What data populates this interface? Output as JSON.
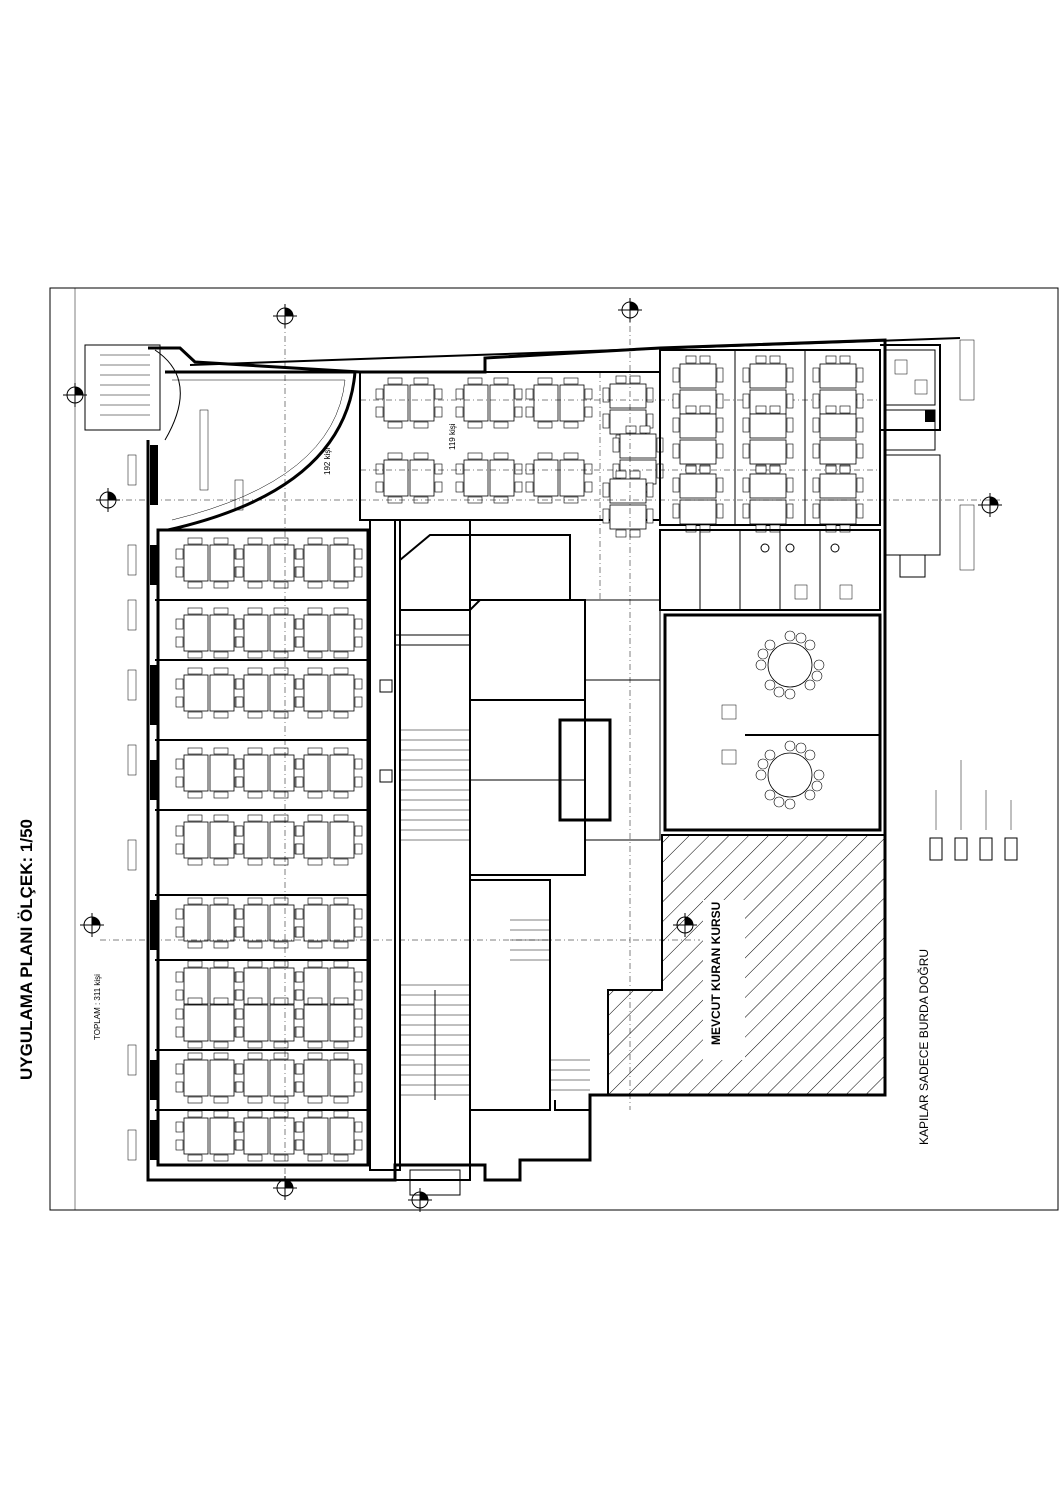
{
  "drawing": {
    "title": "UYGULAMA PLANI ÖLÇEK: 1/50",
    "note_doors": "KAPILAR SADECE BURDA DOĞRU",
    "hatched_area_label": "MEVCUT KURAN KURSU",
    "total_label": "TOPLAM : 311 kişi",
    "room_capacity_labels": [
      "119 kişi",
      "192 kişi"
    ]
  }
}
